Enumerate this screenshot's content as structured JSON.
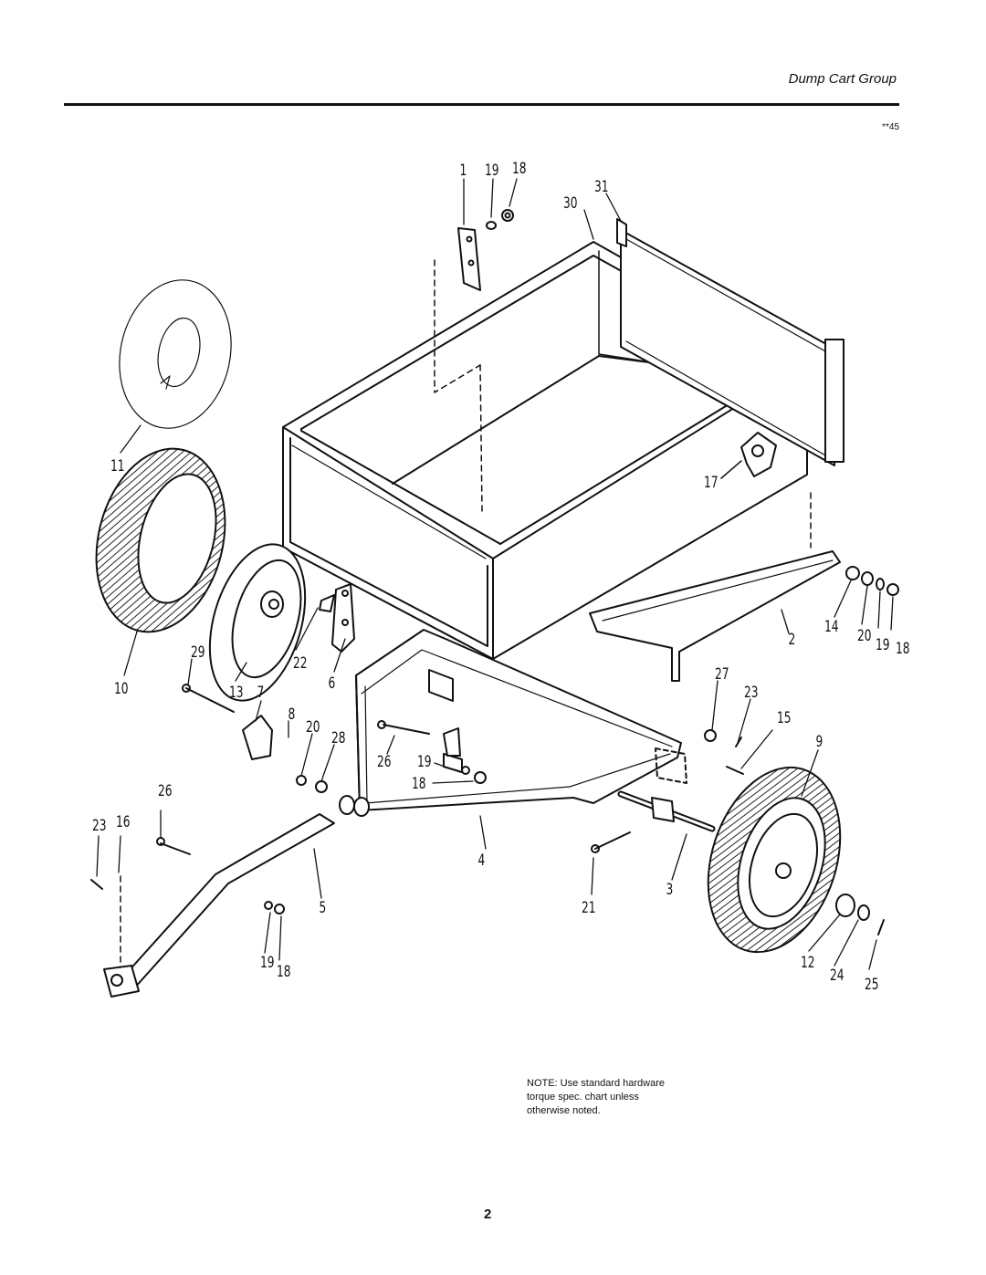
{
  "header": {
    "title": "Dump Cart Group",
    "figure_code": "**45"
  },
  "note": {
    "lines": [
      "NOTE: Use standard hardware",
      "torque spec. chart unless",
      "otherwise noted."
    ]
  },
  "page_number": "2",
  "callouts": {
    "c1": "1",
    "c19a": "19",
    "c18a": "18",
    "c30": "30",
    "c31": "31",
    "c11": "11",
    "c17": "17",
    "c10": "10",
    "c29": "29",
    "c13": "13",
    "c7": "7",
    "c22": "22",
    "c6": "6",
    "c8": "8",
    "c20a": "20",
    "c28": "28",
    "c26a": "26",
    "c19b": "19",
    "c18b": "18",
    "c14": "14",
    "c20b": "20",
    "c19c": "19",
    "c18c": "18",
    "c2": "2",
    "c27": "27",
    "c23a": "23",
    "c15": "15",
    "c9": "9",
    "c26b": "26",
    "c23b": "23",
    "c16": "16",
    "c4": "4",
    "c5": "5",
    "c21": "21",
    "c3": "3",
    "c19d": "19",
    "c18d": "18",
    "c12": "12",
    "c24": "24",
    "c25": "25"
  }
}
